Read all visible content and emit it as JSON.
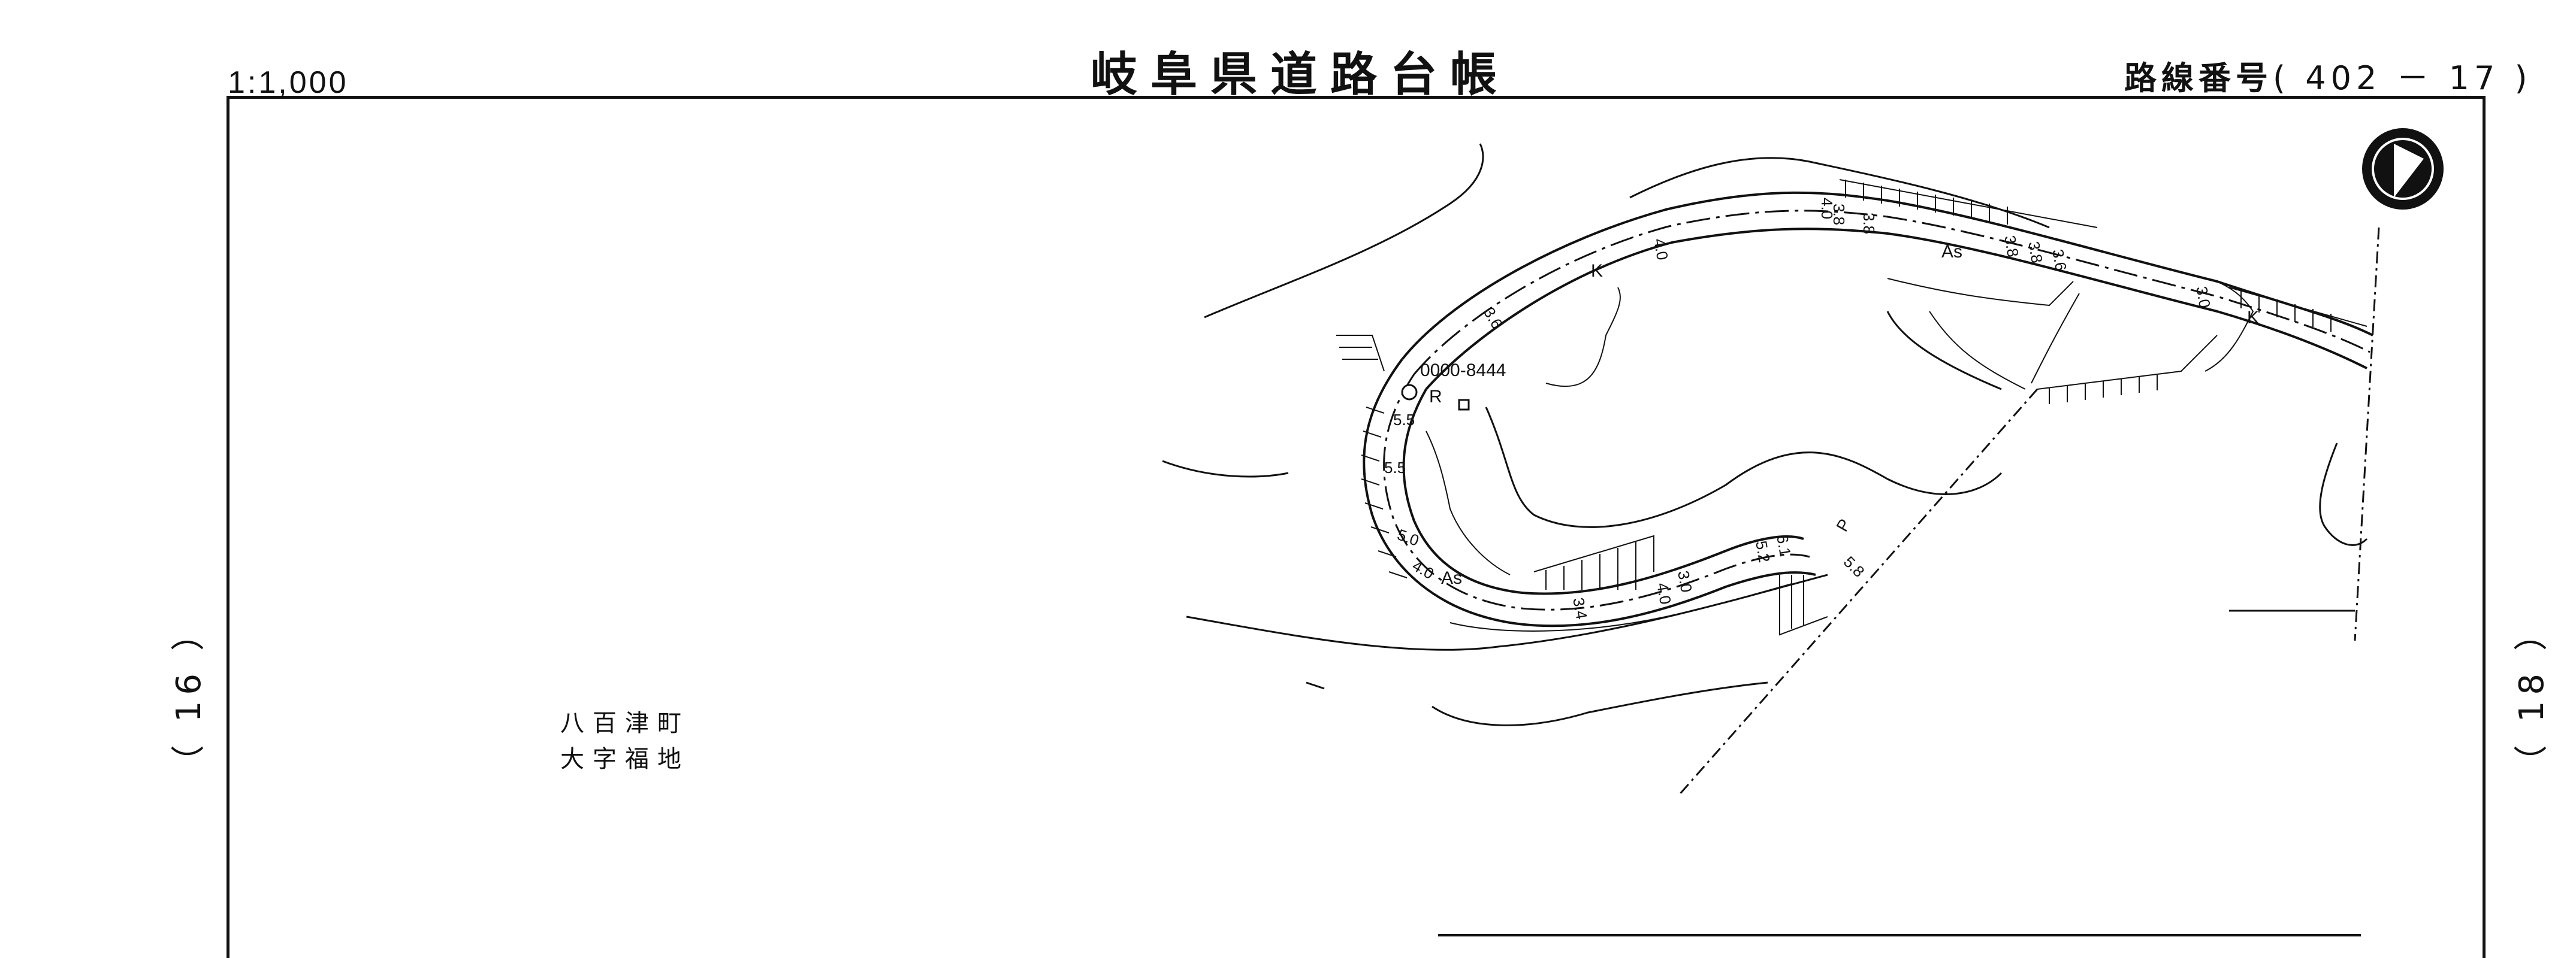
{
  "header": {
    "scale": "1:1,000",
    "title": "岐阜県道路台帳",
    "route_label": "路線番号",
    "route_number": "( 402 － 17 )"
  },
  "sheet_refs": {
    "left": "（ 16 ）",
    "right": "（ 18 ）"
  },
  "place_name": {
    "line1": "八百津町",
    "line2": "大字福地"
  },
  "map_labels": {
    "bench_mark": "0000-8444",
    "road_surface": [
      "As",
      "As"
    ],
    "curb": [
      "K",
      "K"
    ],
    "point_r": "R",
    "point_p": "P",
    "widths": [
      "4.0",
      "3.8",
      "3.8",
      "3.8",
      "3.8",
      "3.6",
      "3.0",
      "4.0",
      "3.6",
      "5.5",
      "5.5",
      "5.0",
      "4.0",
      "3.4",
      "4.0",
      "3.0",
      "5.2",
      "6.1",
      "5.8"
    ]
  },
  "colors": {
    "ink": "#111111",
    "background": "#ffffff"
  },
  "icons": {
    "north_arrow": "north-arrow-icon"
  }
}
